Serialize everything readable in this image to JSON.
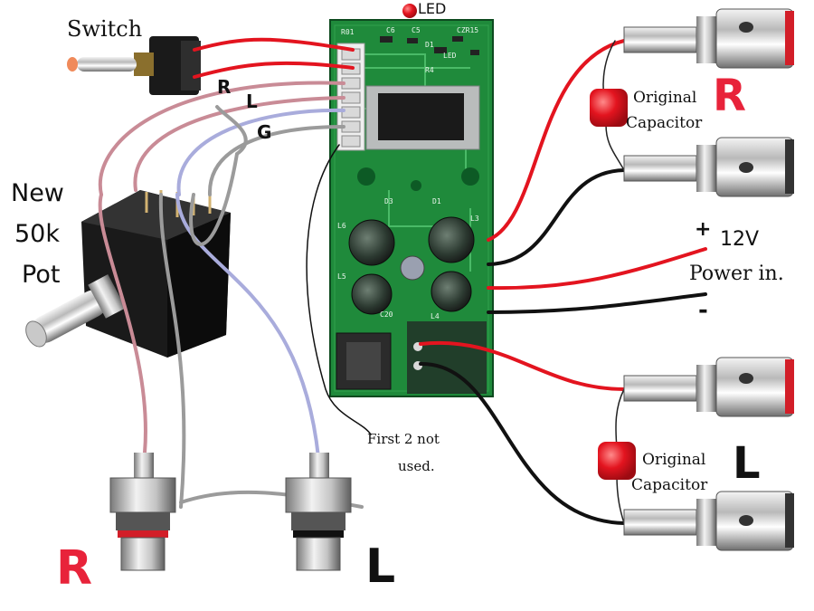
{
  "labels": {
    "switch": "Switch",
    "led": "LED",
    "wire_r": "R",
    "wire_l": "L",
    "wire_g": "G",
    "pot_line1": "New",
    "pot_line2": "50k",
    "pot_line3": "Pot",
    "cap_top_line1": "Original",
    "cap_top_line2": "Capacitor",
    "cap_top_channel": "R",
    "power_plus": "+",
    "power_volt": "12V",
    "power_in": "Power in.",
    "power_minus": "-",
    "first2_line1": "First 2 not",
    "first2_line2": "used.",
    "cap_bottom_line1": "Original",
    "cap_bottom_line2": "Capacitor",
    "cap_bottom_channel": "L",
    "rca_right": "R",
    "rca_left": "L",
    "pcb_silk": [
      "R01",
      "C6",
      "D1",
      "R4",
      "C5",
      "CZR15",
      "LED",
      "L6",
      "L5",
      "L4",
      "C20",
      "D3",
      "D1",
      "L3"
    ]
  },
  "colors": {
    "wire_red": "#e3141f",
    "wire_black": "#111111",
    "wire_pink": "#c98b96",
    "wire_lavender": "#a9acdc",
    "wire_gray": "#9b9b9b",
    "pcb_green": "#1f8a3b",
    "accent_red": "#e8233a"
  }
}
